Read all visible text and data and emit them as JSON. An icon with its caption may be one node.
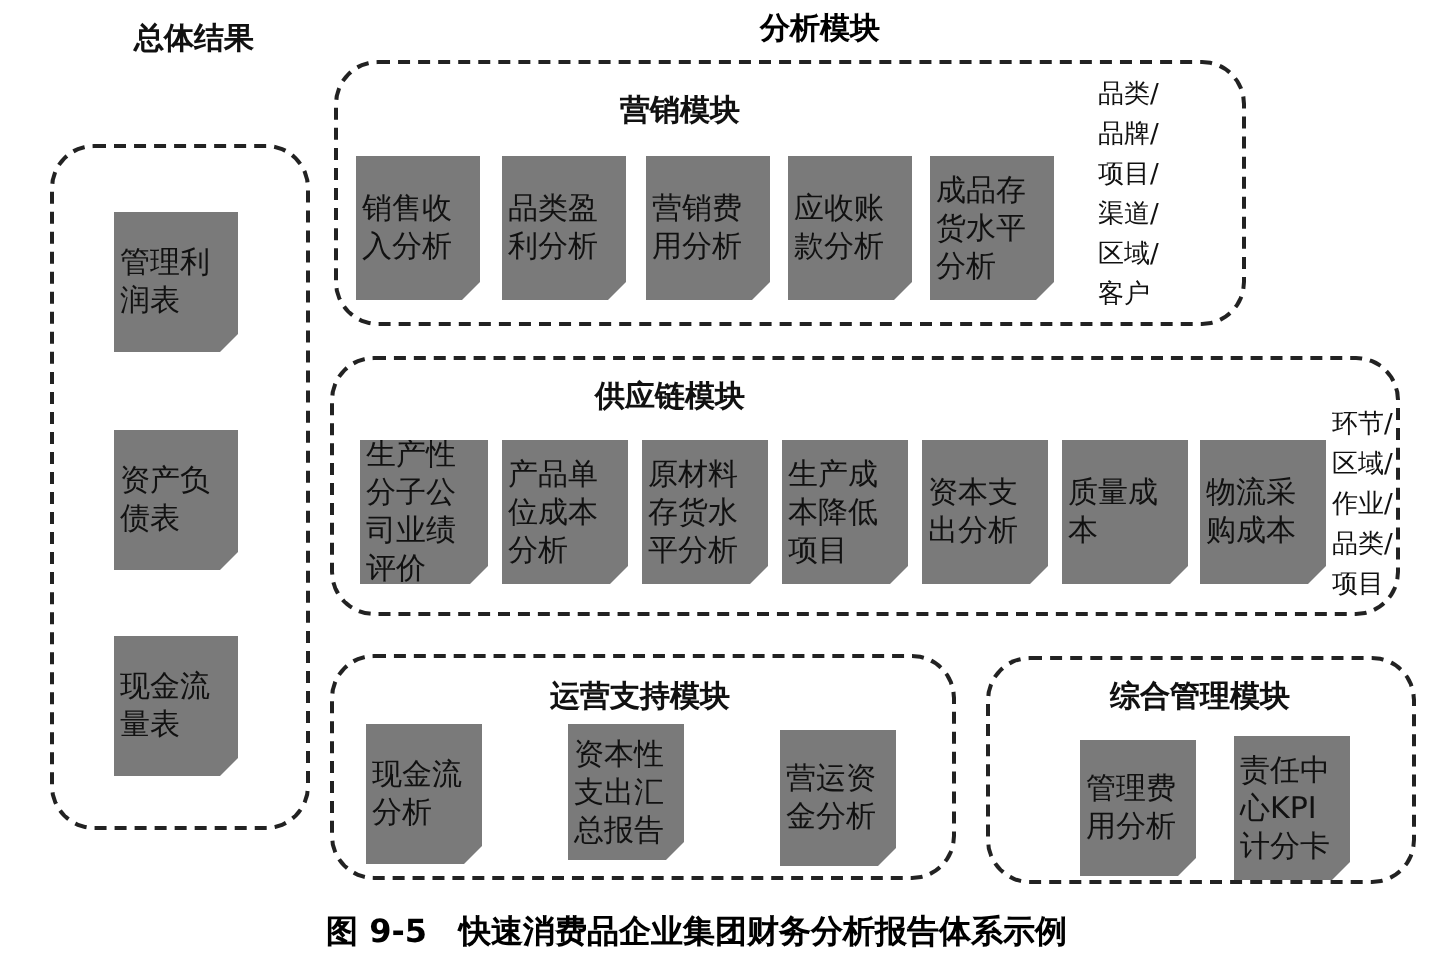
{
  "diagram": {
    "caption": "图 9-5　快速消费品企业集团财务分析报告体系示例",
    "nodes": [
      {
        "text": [
          "总体结果"
        ]
      },
      {
        "text": [
          "管理利润表"
        ],
        "in": 0
      },
      {
        "text": [
          "资产负债表"
        ],
        "in": 0
      },
      {
        "text": [
          "现金流量表"
        ],
        "in": 0
      },
      {
        "text": [
          "营销模块",
          "品类/品牌/项目/渠道/区域/客户"
        ]
      },
      {
        "text": [
          "销售收入分析"
        ],
        "in": 4
      },
      {
        "text": [
          "品类盈利分析"
        ],
        "in": 4
      },
      {
        "text": [
          "营销费用分析"
        ],
        "in": 4
      },
      {
        "text": [
          "应收账款分析"
        ],
        "in": 4
      },
      {
        "text": [
          "成品存货水平分析"
        ],
        "in": 4
      },
      {
        "text": [
          "供应链模块",
          "环节/区域/作业/品类/项目"
        ]
      },
      {
        "text": [
          "生产性分子公司业绩评价"
        ],
        "in": 10
      },
      {
        "text": [
          "产品单位成本分析"
        ],
        "in": 10
      },
      {
        "text": [
          "原材料存货水平分析"
        ],
        "in": 10
      },
      {
        "text": [
          "生产成本降低项目"
        ],
        "in": 10
      },
      {
        "text": [
          "资本支出分析"
        ],
        "in": 10
      },
      {
        "text": [
          "质量成本"
        ],
        "in": 10
      },
      {
        "text": [
          "物流采购成本"
        ],
        "in": 10
      },
      {
        "text": [
          "运营支持模块"
        ]
      },
      {
        "text": [
          "现金流分析"
        ],
        "in": 18
      },
      {
        "text": [
          "资本性支出汇总报告"
        ],
        "in": 18
      },
      {
        "text": [
          "营运资金分析"
        ],
        "in": 18
      },
      {
        "text": [
          "综合管理模块"
        ]
      },
      {
        "text": [
          "管理费用分析"
        ],
        "in": 22
      },
      {
        "text": [
          "责任中心KPI计分卡"
        ],
        "in": 22
      }
    ],
    "labels": [
      "分析模块"
    ]
  }
}
